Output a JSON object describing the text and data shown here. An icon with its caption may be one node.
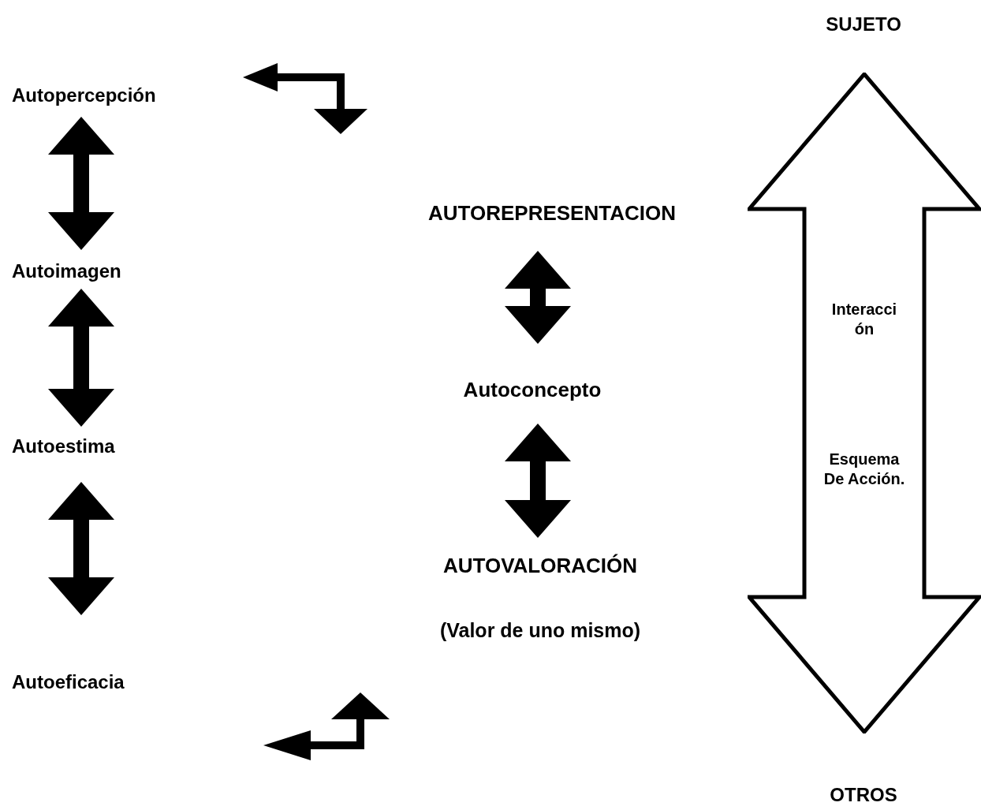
{
  "diagram": {
    "nodes": [
      {
        "text": [
          "Autopercepción"
        ]
      },
      {
        "text": [
          "Autoimagen"
        ]
      },
      {
        "text": [
          "Autoestima"
        ]
      },
      {
        "text": [
          "Autoeficacia"
        ]
      },
      {
        "text": [
          "AUTOREPRESENTACION"
        ]
      },
      {
        "text": [
          "Autoconcepto"
        ]
      },
      {
        "text": [
          "AUTOVALORACIÓN",
          "(Valor de uno mismo)"
        ]
      },
      {
        "text": [
          "SUJETO"
        ]
      },
      {
        "text": [
          "OTROS"
        ]
      },
      {
        "text": [
          "Interacci ón",
          "Esquema De Acción."
        ]
      }
    ],
    "edges": [
      {
        "from": 0,
        "to": 1,
        "arrow": "both"
      },
      {
        "from": 1,
        "to": 2,
        "arrow": "both"
      },
      {
        "from": 2,
        "to": 3,
        "arrow": "both"
      },
      {
        "from": 4,
        "to": 5,
        "arrow": "both"
      },
      {
        "from": 5,
        "to": 6,
        "arrow": "both"
      }
    ]
  }
}
